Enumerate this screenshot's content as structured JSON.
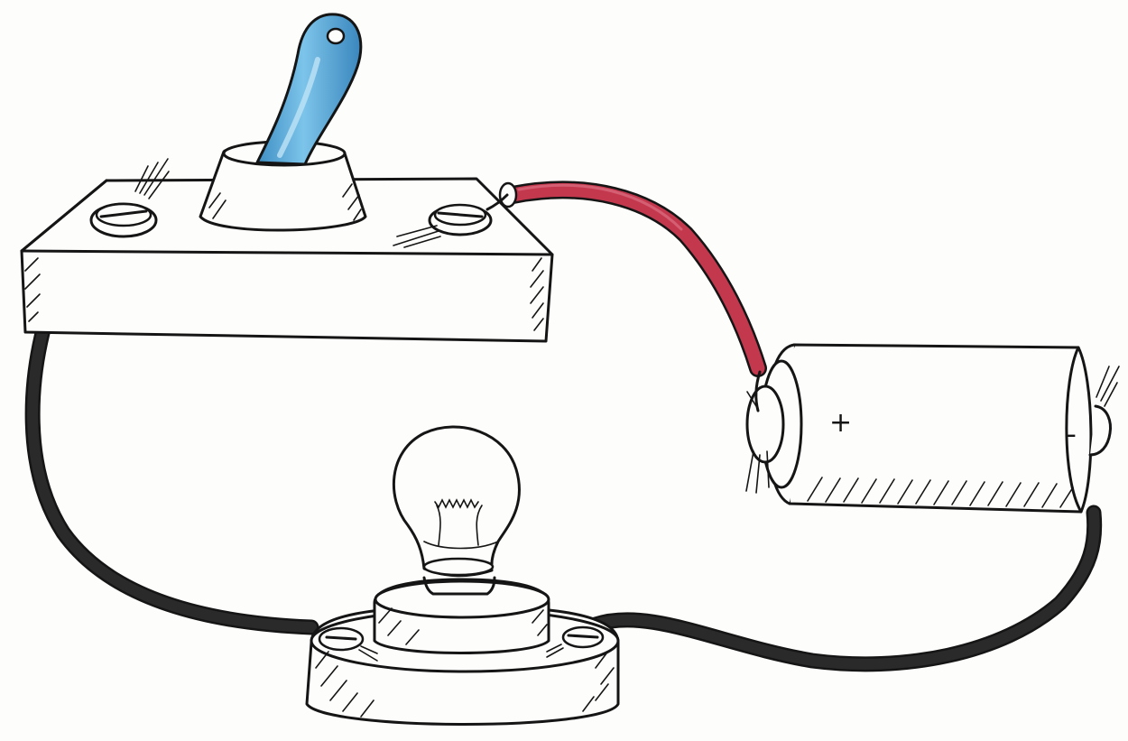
{
  "diagram": {
    "battery": {
      "positive_label": "+",
      "negative_label": "-"
    },
    "colors": {
      "ink": "#151515",
      "paper": "#fdfdfb",
      "switch_lever": "#5aaedc",
      "switch_lever_highlight": "#bfe4f6",
      "positive_wire": "#c4384e",
      "negative_wire": "#2a2a2a"
    },
    "components": [
      "toggle-switch",
      "battery",
      "light-bulb",
      "wires"
    ]
  }
}
